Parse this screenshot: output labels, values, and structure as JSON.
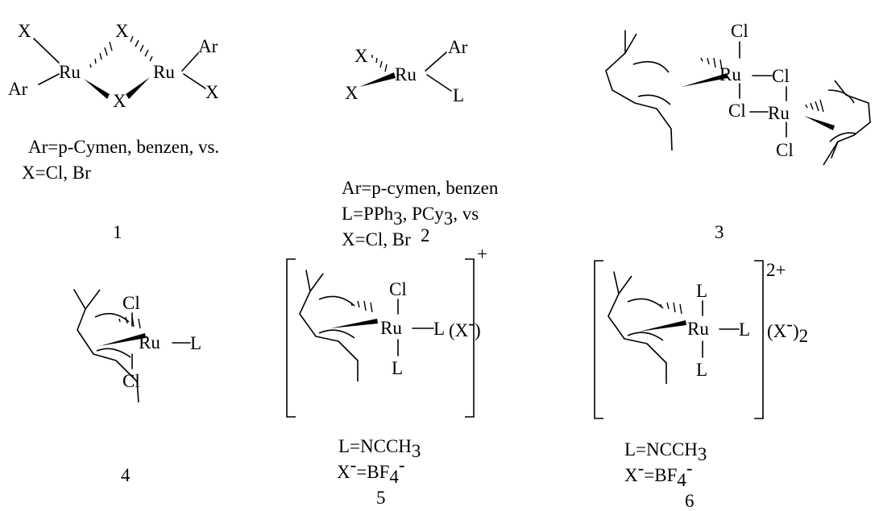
{
  "atoms": {
    "ru": "Ru",
    "x": "X",
    "ar": "Ar",
    "cl": "Cl",
    "l": "L"
  },
  "compound1": {
    "number": "1",
    "notes": [
      "Ar=p-Cymen, benzen, vs.",
      "X=Cl, Br"
    ]
  },
  "compound2": {
    "number": "2",
    "notes": {
      "line1": "Ar=p-cymen, benzen",
      "line2_a": "L=PPh",
      "line2_sub1": "3",
      "line2_b": ", PCy",
      "line2_sub2": "3",
      "line2_c": ", vs",
      "line3": "X=Cl, Br"
    }
  },
  "compound3": {
    "number": "3"
  },
  "compound4": {
    "number": "4"
  },
  "compound5": {
    "number": "5",
    "charge": "+",
    "counterion": "(X",
    "counterion_sup": "-",
    "counterion_close": ")",
    "ligand_note": "L=NCCH",
    "ligand_note_sub": "3",
    "anion_note_a": "X",
    "anion_note_sup": "-",
    "anion_note_b": "=BF",
    "anion_note_sub": "4",
    "anion_note_sup2": "-"
  },
  "compound6": {
    "number": "6",
    "charge": "2+",
    "counterion": "(X",
    "counterion_sup": "-",
    "counterion_close": ")",
    "counterion_sub": "2",
    "ligand_note": "L=NCCH",
    "ligand_note_sub": "3",
    "anion_note_a": "X",
    "anion_note_sup": "-",
    "anion_note_b": "=BF",
    "anion_note_sub": "4",
    "anion_note_sup2": "-"
  }
}
